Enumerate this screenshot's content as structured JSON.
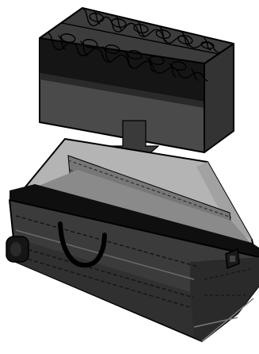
{
  "illustration": {
    "components": [
      "foam-insert-block",
      "down-arrow",
      "open-case"
    ],
    "colors": {
      "background": "#ffffff",
      "outline": "#000000",
      "foam_top": "#3c3c3c",
      "foam_front": "#4a4a4a",
      "foam_side": "#333333",
      "foam_band": "#111111",
      "arrow": "#3a3a3a",
      "case_body": "#3b3b3b",
      "case_dark": "#1e1e1e",
      "lid_inner": "#b4b4b4",
      "case_inner_floor": "#888888",
      "inner_back_panel": "#777777",
      "stitching": "#333333",
      "case_rim": "#0f0f0f",
      "trim": "#6a6a6a"
    }
  }
}
